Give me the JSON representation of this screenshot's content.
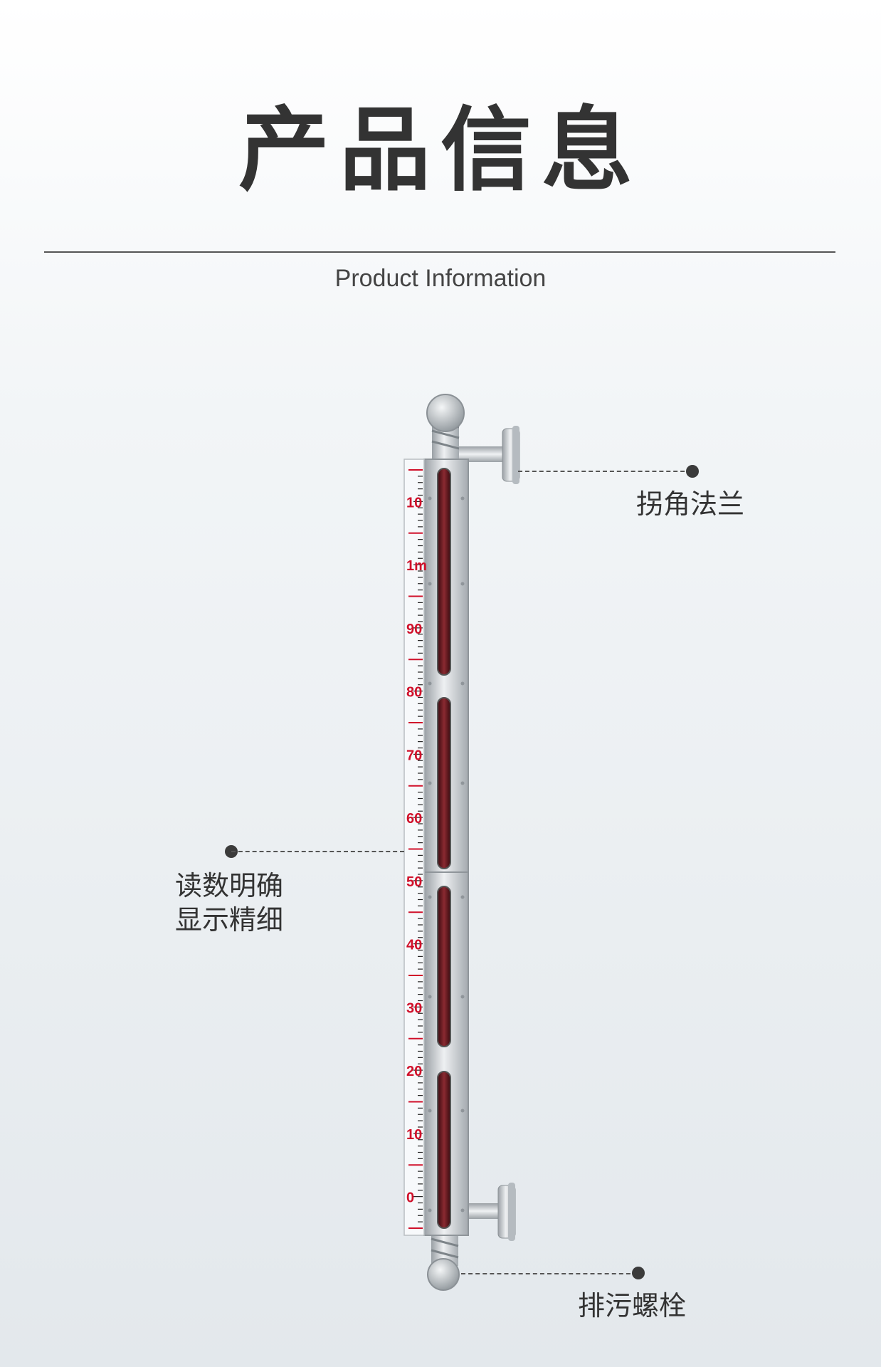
{
  "header": {
    "title": "产品信息",
    "subtitle": "Product Information"
  },
  "callouts": {
    "flange": "拐角法兰",
    "reading_line1": "读数明确",
    "reading_line2": "显示精细",
    "drain": "排污螺栓"
  },
  "scale": {
    "labels": [
      "10",
      "1m",
      "90",
      "80",
      "70",
      "60",
      "50",
      "40",
      "30",
      "20",
      "10",
      "0"
    ]
  },
  "colors": {
    "scale_red": "#d0102a",
    "indicator": "#6e1a1f",
    "steel": "#c8cdd1",
    "text": "#333333"
  }
}
